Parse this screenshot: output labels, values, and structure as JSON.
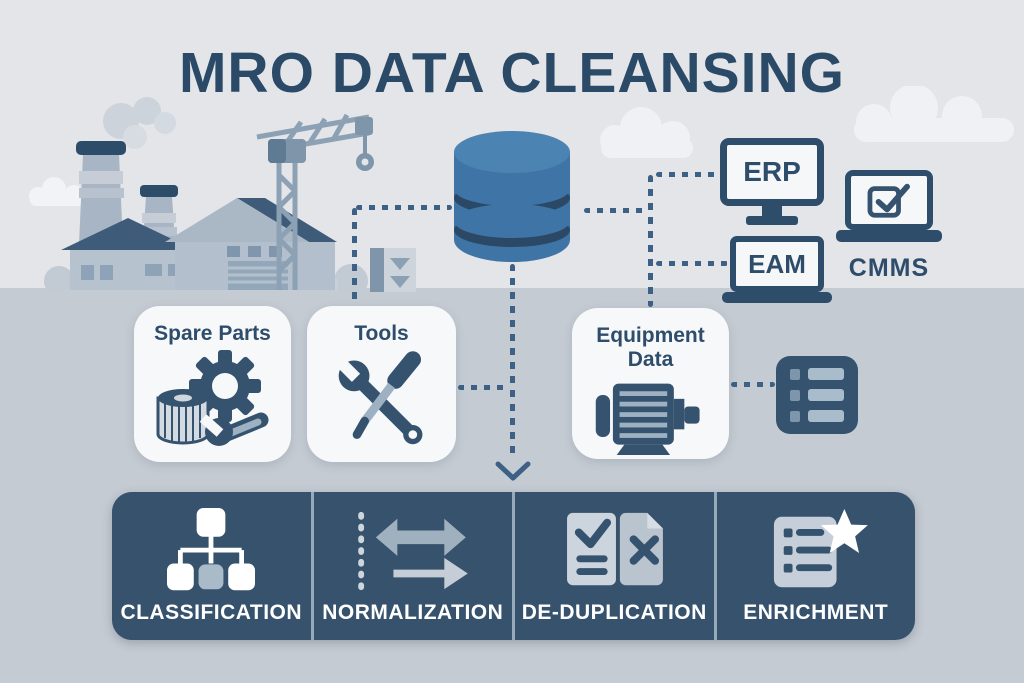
{
  "title": "MRO DATA CLEANSING",
  "colors": {
    "navy_text": "#2b4a68",
    "icon_navy": "#35536e",
    "process_bar_bg": "#36526c",
    "database_blue": "#3f75a6",
    "database_top": "#4b83b3",
    "bg_sky": "#e3e5e9",
    "bg_ground": "#c5cbd3",
    "card_bg": "#f7f8fa",
    "connector_dotted": "#3c6184",
    "step_label": "#ffffff"
  },
  "scene": {
    "factory": "factory-with-smokestacks-and-crane",
    "database": "database-cylinder"
  },
  "systems": [
    {
      "label": "ERP",
      "icon": "monitor-icon"
    },
    {
      "label": "EAM",
      "icon": "laptop-icon"
    },
    {
      "label": "CMMS",
      "icon": "laptop-checkbox-icon"
    }
  ],
  "cards": [
    {
      "label": "Spare Parts",
      "icon": "gear-filter-wrench-icon"
    },
    {
      "label": "Tools",
      "icon": "wrench-screwdriver-icon"
    },
    {
      "label": "Equipment Data",
      "icon": "electric-motor-icon"
    }
  ],
  "steps": [
    {
      "label": "CLASSIFICATION",
      "icon": "hierarchy-icon"
    },
    {
      "label": "NORMALIZATION",
      "icon": "transfer-arrows-icon"
    },
    {
      "label": "DE-DUPLICATION",
      "icon": "documents-check-x-icon"
    },
    {
      "label": "ENRICHMENT",
      "icon": "document-star-icon"
    }
  ]
}
